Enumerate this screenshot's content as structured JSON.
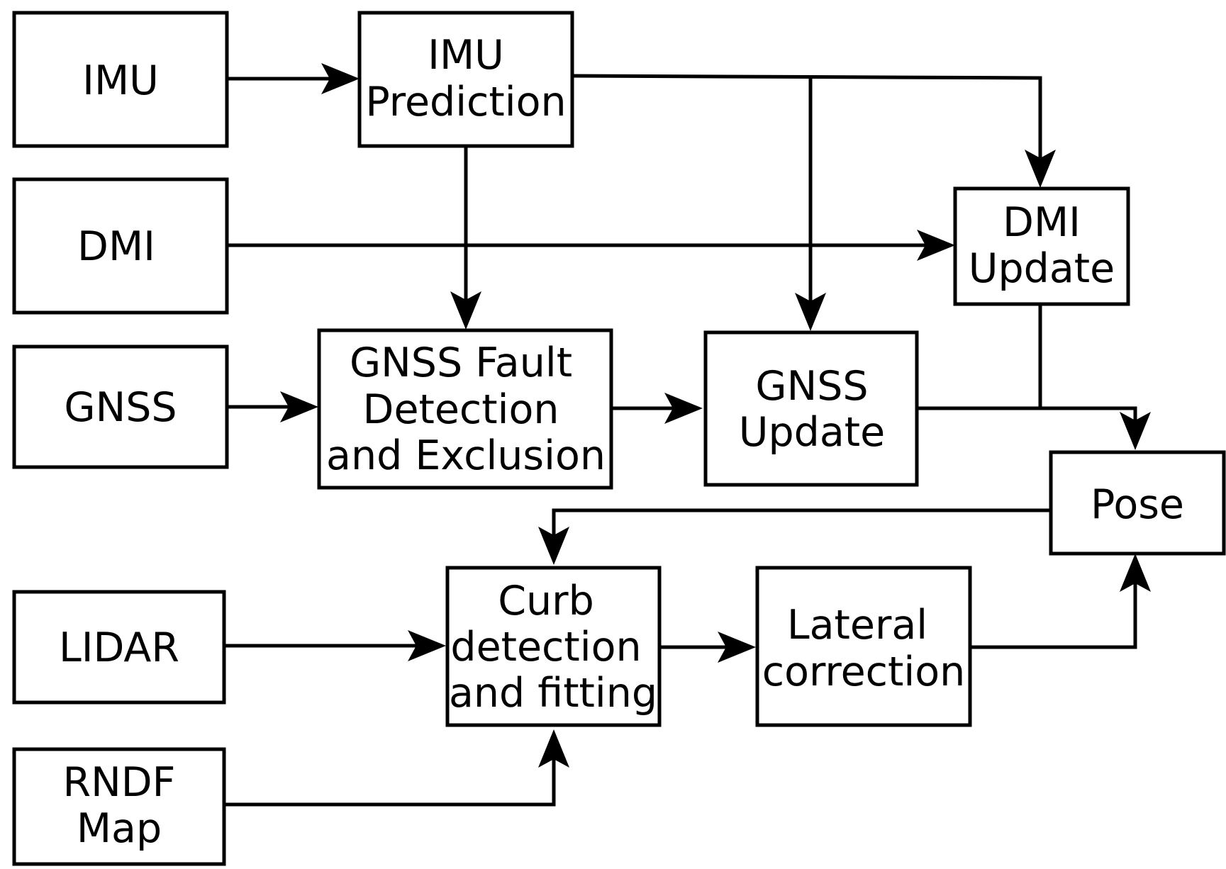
{
  "diagram": {
    "nodes": {
      "imu": {
        "lines": [
          "IMU"
        ]
      },
      "dmi": {
        "lines": [
          "DMI"
        ]
      },
      "gnss": {
        "lines": [
          "GNSS"
        ]
      },
      "lidar": {
        "lines": [
          "LIDAR"
        ]
      },
      "rndf_map": {
        "lines": [
          "RNDF",
          "Map"
        ]
      },
      "imu_prediction": {
        "lines": [
          "IMU",
          "Prediction"
        ]
      },
      "gnss_fde": {
        "lines": [
          "GNSS Fault",
          "Detection",
          "and Exclusion"
        ]
      },
      "gnss_update": {
        "lines": [
          "GNSS",
          "Update"
        ]
      },
      "dmi_update": {
        "lines": [
          "DMI",
          "Update"
        ]
      },
      "pose": {
        "lines": [
          "Pose"
        ]
      },
      "curb_detection": {
        "lines": [
          "Curb",
          "detection",
          "and fitting"
        ]
      },
      "lateral_correction": {
        "lines": [
          "Lateral",
          "correction"
        ]
      }
    },
    "edges": [
      {
        "from": "imu",
        "to": "imu_prediction"
      },
      {
        "from": "imu_prediction",
        "to": "gnss_fde"
      },
      {
        "from": "imu_prediction",
        "to": "gnss_update"
      },
      {
        "from": "imu_prediction",
        "to": "dmi_update"
      },
      {
        "from": "dmi",
        "to": "dmi_update"
      },
      {
        "from": "gnss",
        "to": "gnss_fde"
      },
      {
        "from": "gnss_fde",
        "to": "gnss_update"
      },
      {
        "from": "gnss_update",
        "to": "pose"
      },
      {
        "from": "dmi_update",
        "to": "pose"
      },
      {
        "from": "pose",
        "to": "curb_detection"
      },
      {
        "from": "lidar",
        "to": "curb_detection"
      },
      {
        "from": "rndf_map",
        "to": "curb_detection"
      },
      {
        "from": "curb_detection",
        "to": "lateral_correction"
      },
      {
        "from": "lateral_correction",
        "to": "pose"
      }
    ]
  }
}
